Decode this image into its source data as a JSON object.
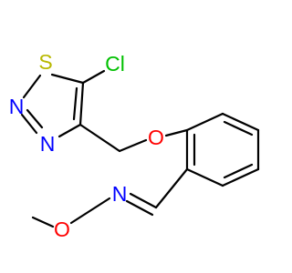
{
  "molecule": {
    "colors": {
      "carbon_bond": "#000000",
      "nitrogen": "#0000ff",
      "oxygen": "#ff0000",
      "sulfur": "#b8b800",
      "chlorine": "#00c000"
    },
    "atoms": {
      "sulfur": "S",
      "chlorine": "Cl",
      "nitrogen_ring_top": "N",
      "nitrogen_ring_bottom": "N",
      "oxygen_ether": "O",
      "nitrogen_oxime": "N",
      "oxygen_methoxy": "O"
    }
  }
}
